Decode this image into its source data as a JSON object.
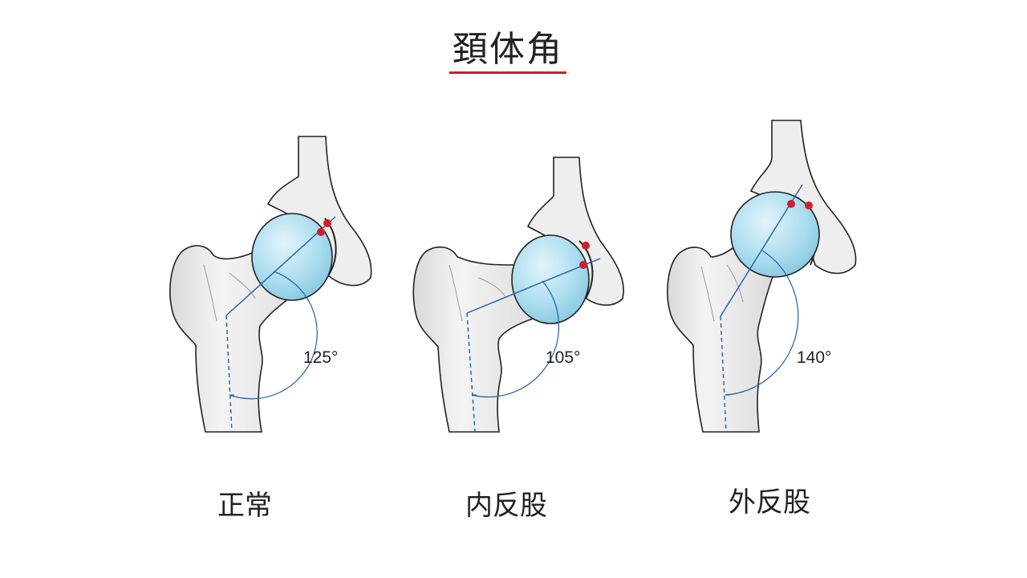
{
  "title": "頚体角",
  "panels": [
    {
      "caption": "正常",
      "angle_label": "125°"
    },
    {
      "caption": "内反股",
      "angle_label": "105°"
    },
    {
      "caption": "外反股",
      "angle_label": "140°"
    }
  ],
  "colors": {
    "accent_underline": "#cc1f1f",
    "femoral_head": "#a9dcee",
    "axis_line": "#1f5fa8",
    "marker": "#d0202a",
    "bone": "#ececec"
  }
}
